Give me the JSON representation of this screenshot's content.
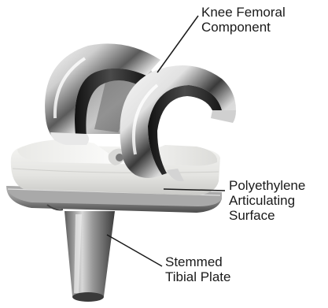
{
  "labels": {
    "femoral": {
      "line1": "Knee Femoral",
      "line2": "Component"
    },
    "polyethylene": {
      "line1": "Polyethylene",
      "line2": "Articulating",
      "line3": "Surface"
    },
    "tibial": {
      "line1": "Stemmed",
      "line2": "Tibial Plate"
    }
  },
  "colors": {
    "background": "#ffffff",
    "text": "#1a1a1a",
    "leader_line": "#1a1a1a",
    "metal_light": "#f2f2f2",
    "metal_dark": "#2a2a2a",
    "polyethylene": "#e6e6e4",
    "tibial_metal": "#8a8a8a"
  },
  "icons": {
    "main_illustration": "knee-implant-illustration"
  }
}
